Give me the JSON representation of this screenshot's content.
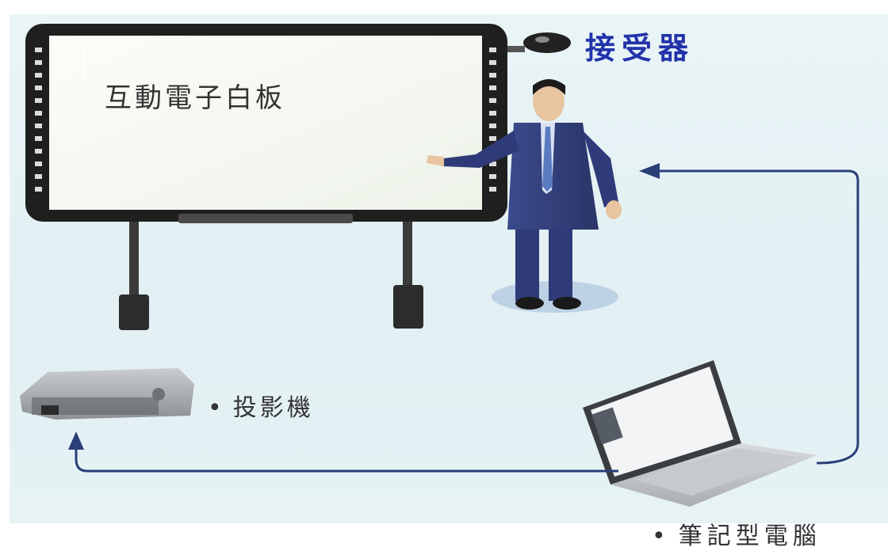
{
  "labels": {
    "receiver": "接受器",
    "whiteboard": "互動電子白板",
    "projector": "投影機",
    "laptop": "筆記型電腦",
    "bullet": "•"
  }
}
